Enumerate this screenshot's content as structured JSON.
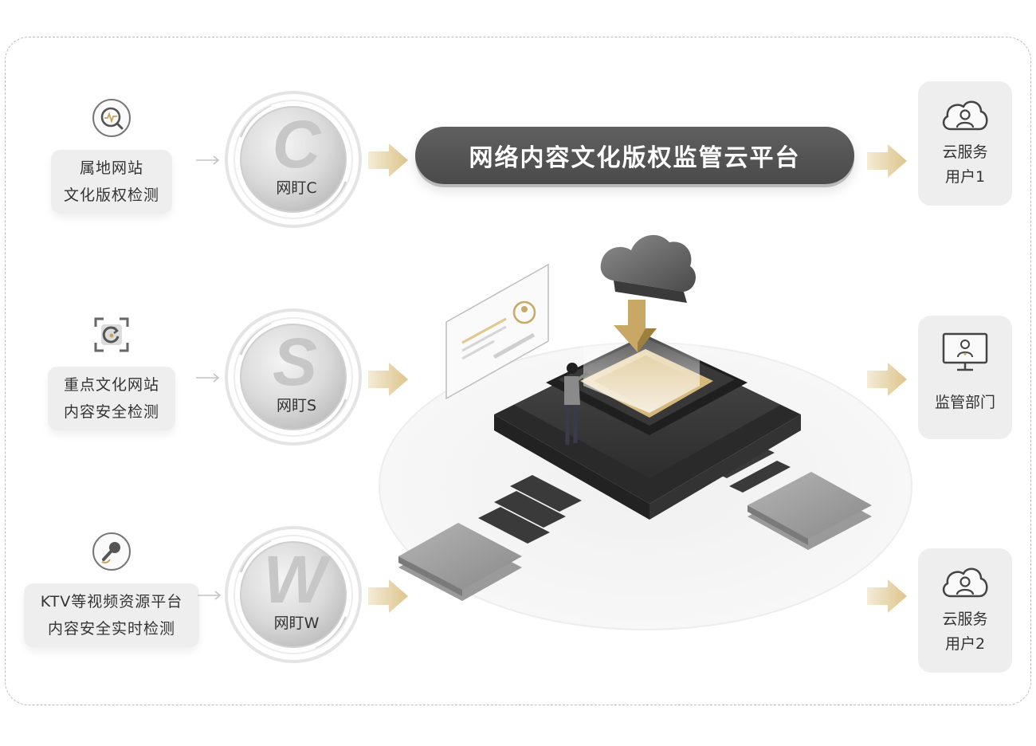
{
  "platform": {
    "title": "网络内容文化版权监管云平台"
  },
  "sources": [
    {
      "line1": "属地网站",
      "line2": "文化版权检测",
      "icon": "search-monitor-icon"
    },
    {
      "line1": "重点文化网站",
      "line2": "内容安全检测",
      "icon": "scan-refresh-icon"
    },
    {
      "line1": "KTV等视频资源平台",
      "line2": "内容安全实时检测",
      "icon": "microphone-icon"
    }
  ],
  "products": [
    {
      "label": "网盯C",
      "letter": "C"
    },
    {
      "label": "网盯S",
      "letter": "S"
    },
    {
      "label": "网盯W",
      "letter": "W"
    }
  ],
  "users": [
    {
      "line1": "云服务",
      "line2": "用户1",
      "icon": "cloud-user-icon"
    },
    {
      "line1": "监管部门",
      "line2": "",
      "icon": "monitor-user-icon"
    },
    {
      "line1": "云服务",
      "line2": "用户2",
      "icon": "cloud-user-icon"
    }
  ],
  "colors": {
    "gold": "#e6cf9c",
    "dark": "#4f4f4f",
    "card": "#eeeeee"
  }
}
